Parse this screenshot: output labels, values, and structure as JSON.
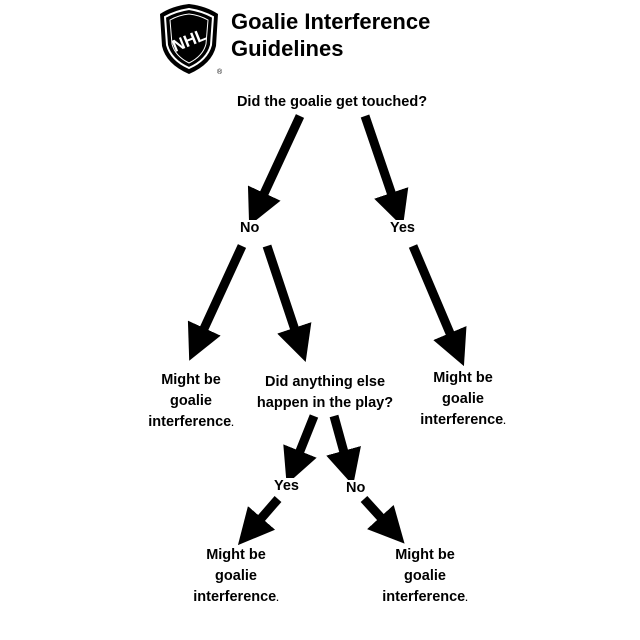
{
  "title": {
    "line1": "Goalie Interference",
    "line2": "Guidelines"
  },
  "logo": {
    "text": "NHL",
    "mark": "®",
    "outer_color": "#000000",
    "ring_color": "#ffffff"
  },
  "root": {
    "text": "Did the goalie get touched?"
  },
  "branch_no": {
    "label": "No"
  },
  "branch_yes": {
    "label": "Yes"
  },
  "leaf_left": {
    "line1": "Might be",
    "line2": "goalie",
    "line3": "interference",
    "period": "."
  },
  "middle": {
    "line1": "Did anything else",
    "line2": "happen in the play?"
  },
  "leaf_right": {
    "line1": "Might be",
    "line2": "goalie",
    "line3": "interference",
    "period": "."
  },
  "sub_yes": {
    "label": "Yes"
  },
  "sub_no": {
    "label": "No"
  },
  "leaf_bottom_left": {
    "line1": "Might be",
    "line2": "goalie",
    "line3": "interference",
    "period": "."
  },
  "leaf_bottom_right": {
    "line1": "Might be",
    "line2": "goalie",
    "line3": "interference",
    "period": "."
  }
}
